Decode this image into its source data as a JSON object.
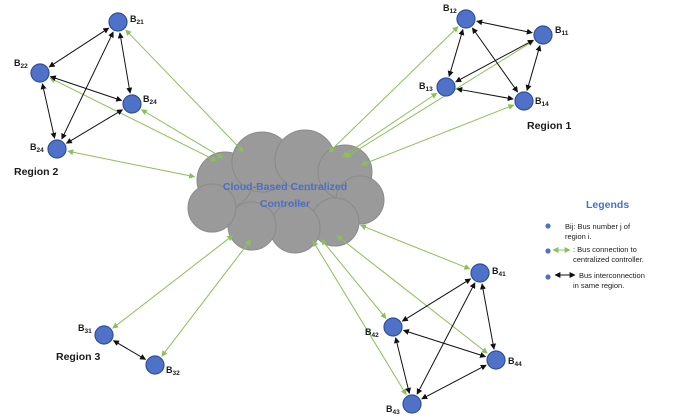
{
  "colors": {
    "bus_node": "#4f72c8",
    "cloud_link": "#8cbf5a",
    "bus_link": "#111111",
    "cloud_fill": "#9a9a9a",
    "accent_text": "#4a6fc4"
  },
  "cloud": {
    "line1": "Cloud-Based Centralized",
    "line2": "Controller"
  },
  "regions": [
    {
      "id": "region1",
      "label": "Region 1"
    },
    {
      "id": "region2",
      "label": "Region 2"
    },
    {
      "id": "region3",
      "label": "Region 3"
    }
  ],
  "buses": [
    {
      "id": "b21",
      "prefix": "B",
      "sub": "21"
    },
    {
      "id": "b22",
      "prefix": "B",
      "sub": "22"
    },
    {
      "id": "b24a",
      "prefix": "B",
      "sub": "24"
    },
    {
      "id": "b24b",
      "prefix": "B",
      "sub": "24"
    },
    {
      "id": "b12",
      "prefix": "B",
      "sub": "12"
    },
    {
      "id": "b11",
      "prefix": "B",
      "sub": "11"
    },
    {
      "id": "b13",
      "prefix": "B",
      "sub": "13"
    },
    {
      "id": "b14",
      "prefix": "B",
      "sub": "14"
    },
    {
      "id": "b31",
      "prefix": "B",
      "sub": "31"
    },
    {
      "id": "b32",
      "prefix": "B",
      "sub": "32"
    },
    {
      "id": "b41",
      "prefix": "B",
      "sub": "41"
    },
    {
      "id": "b42",
      "prefix": "B",
      "sub": "42"
    },
    {
      "id": "b44",
      "prefix": "B",
      "sub": "44"
    },
    {
      "id": "b43",
      "prefix": "B",
      "sub": "43"
    }
  ],
  "bus_links": [
    [
      "b21",
      "b22"
    ],
    [
      "b21",
      "b24a"
    ],
    [
      "b21",
      "b24b"
    ],
    [
      "b22",
      "b24a"
    ],
    [
      "b22",
      "b24b"
    ],
    [
      "b24a",
      "b24b"
    ],
    [
      "b12",
      "b11"
    ],
    [
      "b12",
      "b13"
    ],
    [
      "b12",
      "b14"
    ],
    [
      "b11",
      "b13"
    ],
    [
      "b11",
      "b14"
    ],
    [
      "b13",
      "b14"
    ],
    [
      "b31",
      "b32"
    ],
    [
      "b41",
      "b42"
    ],
    [
      "b41",
      "b44"
    ],
    [
      "b41",
      "b43"
    ],
    [
      "b42",
      "b44"
    ],
    [
      "b42",
      "b43"
    ],
    [
      "b44",
      "b43"
    ]
  ],
  "cloud_links": [
    "b21",
    "b22",
    "b24a",
    "b24b",
    "b12",
    "b11",
    "b13",
    "b14",
    "b31",
    "b32",
    "b41",
    "b42",
    "b44",
    "b43"
  ],
  "legend": {
    "title": "Legends",
    "item1_line1": "Bij: Bus number j of",
    "item1_line2": "region i.",
    "item2_line1": ": Bus connection to",
    "item2_line2": "centralized controller.",
    "item3_line1": "Bus interconnection",
    "item3_line2": "in same region."
  }
}
